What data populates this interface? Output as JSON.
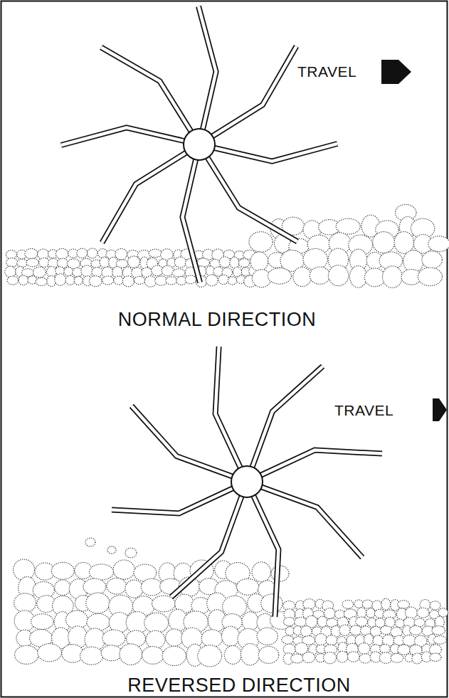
{
  "diagram": {
    "labels": [
      "TRAVEL",
      "NORMAL DIRECTION",
      "TRAVEL",
      "REVERSED DIRECTION"
    ]
  }
}
